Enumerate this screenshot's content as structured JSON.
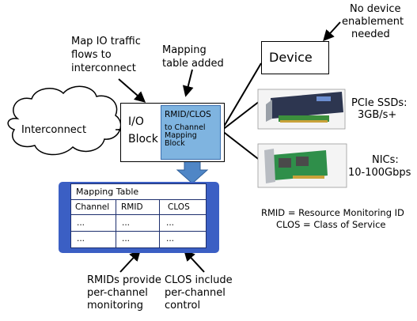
{
  "annotations": {
    "no_device": [
      "No device",
      "enablement",
      "needed"
    ],
    "map_io": [
      "Map IO traffic",
      "flows to",
      "interconnect"
    ],
    "mapping_added": [
      "Mapping",
      "table added"
    ],
    "rmids_provide": [
      "RMIDs provide",
      "per-channel",
      "monitoring"
    ],
    "clos_include": [
      "CLOS include",
      "per-channel",
      "control"
    ]
  },
  "interconnect_label": "Interconnect",
  "io_block": {
    "line1": "I/O",
    "line2": "Block"
  },
  "rmid_overlay": [
    "RMID/CLOS",
    "to Channel",
    "Mapping",
    "Block"
  ],
  "device_label": "Device",
  "pcie": {
    "line1": "PCIe SSDs:",
    "line2": "3GB/s+"
  },
  "nics": {
    "line1": "NICs:",
    "line2": "10-100Gbps"
  },
  "legend": {
    "rmid": "RMID = Resource Monitoring ID",
    "clos": "CLOS = Class of Service"
  },
  "mapping_table": {
    "title": "Mapping Table",
    "headers": [
      "Channel",
      "RMID",
      "CLOS"
    ],
    "rows": [
      [
        "...",
        "...",
        "..."
      ],
      [
        "...",
        "...",
        "..."
      ]
    ]
  },
  "colors": {
    "table_bg": "#3b5fc4",
    "overlay_bg": "#7fb4e0",
    "arrow_fill": "#4f86c6"
  }
}
